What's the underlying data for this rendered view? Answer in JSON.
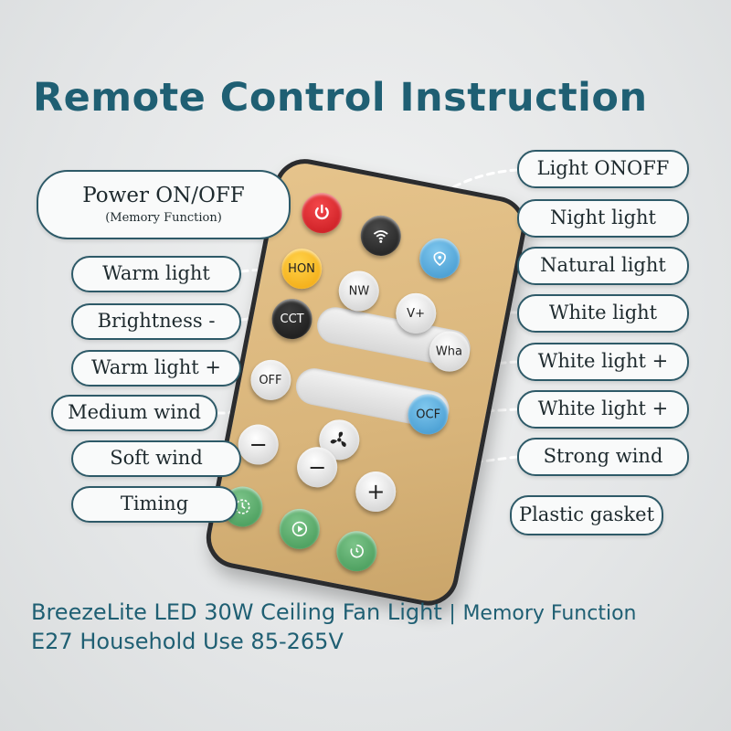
{
  "title": "Remote Control Instruction",
  "labels_left": {
    "power": "Power ON/OFF",
    "power_sub": "(Memory Function)",
    "warm_light": "Warm light",
    "brightness_minus": "Brightness -",
    "warm_light_plus": "Warm light +",
    "medium_wind": "Medium wind",
    "soft_wind": "Soft wind",
    "timing": "Timing"
  },
  "labels_right": {
    "light_onoff": "Light ONOFF",
    "night_light": "Night light",
    "natural_light": "Natural light",
    "white_light": "White light",
    "white_light_plus_1": "White light +",
    "white_light_plus_2": "White light +",
    "strong_wind": "Strong wind",
    "plastic_gasket": "Plastic gasket"
  },
  "remote": {
    "btn_hon": "HON",
    "btn_nw": "NW",
    "btn_vplus": "V+",
    "btn_cct": "CCT",
    "btn_wha": "Wha",
    "btn_off": "OFF",
    "btn_ocf": "OCF",
    "btn_minus": "−",
    "btn_plus": "+"
  },
  "colors": {
    "accent": "#1f5f73",
    "remote_body": "#d9b57b",
    "power_red": "#d8262b"
  },
  "tagline": {
    "line1": "BreezeLite LED 30W Ceiling Fan Light",
    "separator": "|",
    "line1_tail": "Memory Function",
    "line2": "E27 Household Use 85-265V"
  }
}
